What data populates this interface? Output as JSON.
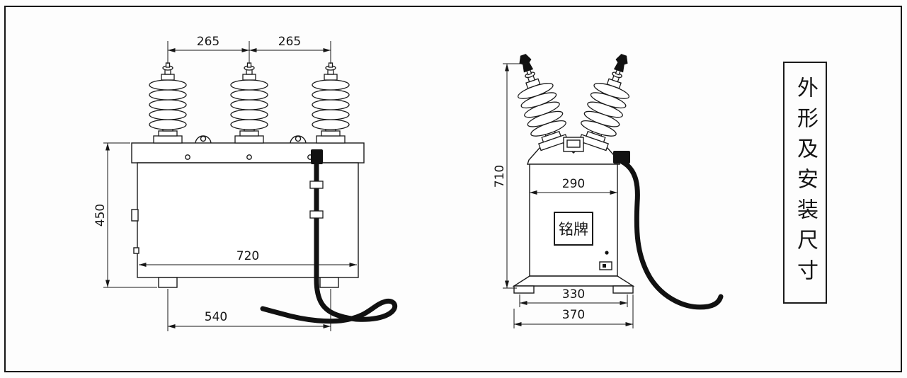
{
  "title_panel": {
    "text": "外形及安装尺寸"
  },
  "front_view": {
    "dims": {
      "bushing_spacing_left": "265",
      "bushing_spacing_right": "265",
      "body_height": "450",
      "body_width": "720",
      "mounting_span": "540"
    }
  },
  "side_view": {
    "nameplate_text": "铭牌",
    "dims": {
      "overall_height": "710",
      "body_depth": "290",
      "foot_span": "330",
      "base_width": "370"
    }
  },
  "colors": {
    "line": "#1b1b1b",
    "cable": "#111111",
    "background": "#fdfdfd"
  }
}
